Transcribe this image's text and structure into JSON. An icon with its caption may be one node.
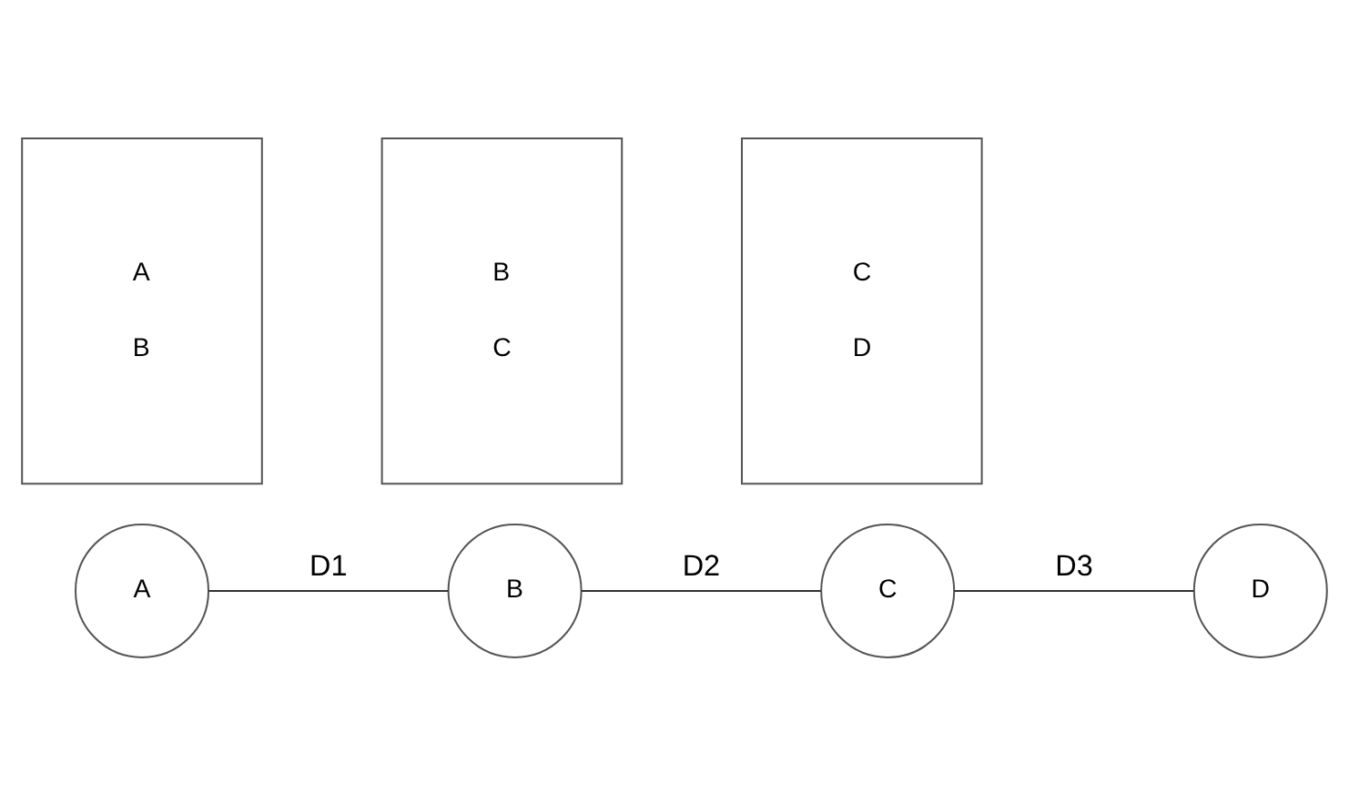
{
  "diagram": {
    "nodes": [
      {
        "text": [
          "A",
          "B"
        ]
      },
      {
        "text": [
          "B",
          "C"
        ]
      },
      {
        "text": [
          "C",
          "D"
        ]
      },
      {
        "text": [
          "A"
        ]
      },
      {
        "text": [
          "B"
        ]
      },
      {
        "text": [
          "C"
        ]
      },
      {
        "text": [
          "D"
        ]
      }
    ],
    "edges": [
      {
        "from": 3,
        "to": 4,
        "arrow": "none",
        "label": "D1"
      },
      {
        "from": 4,
        "to": 5,
        "arrow": "none",
        "label": "D2"
      },
      {
        "from": 5,
        "to": 6,
        "arrow": "none",
        "label": "D3"
      }
    ]
  }
}
